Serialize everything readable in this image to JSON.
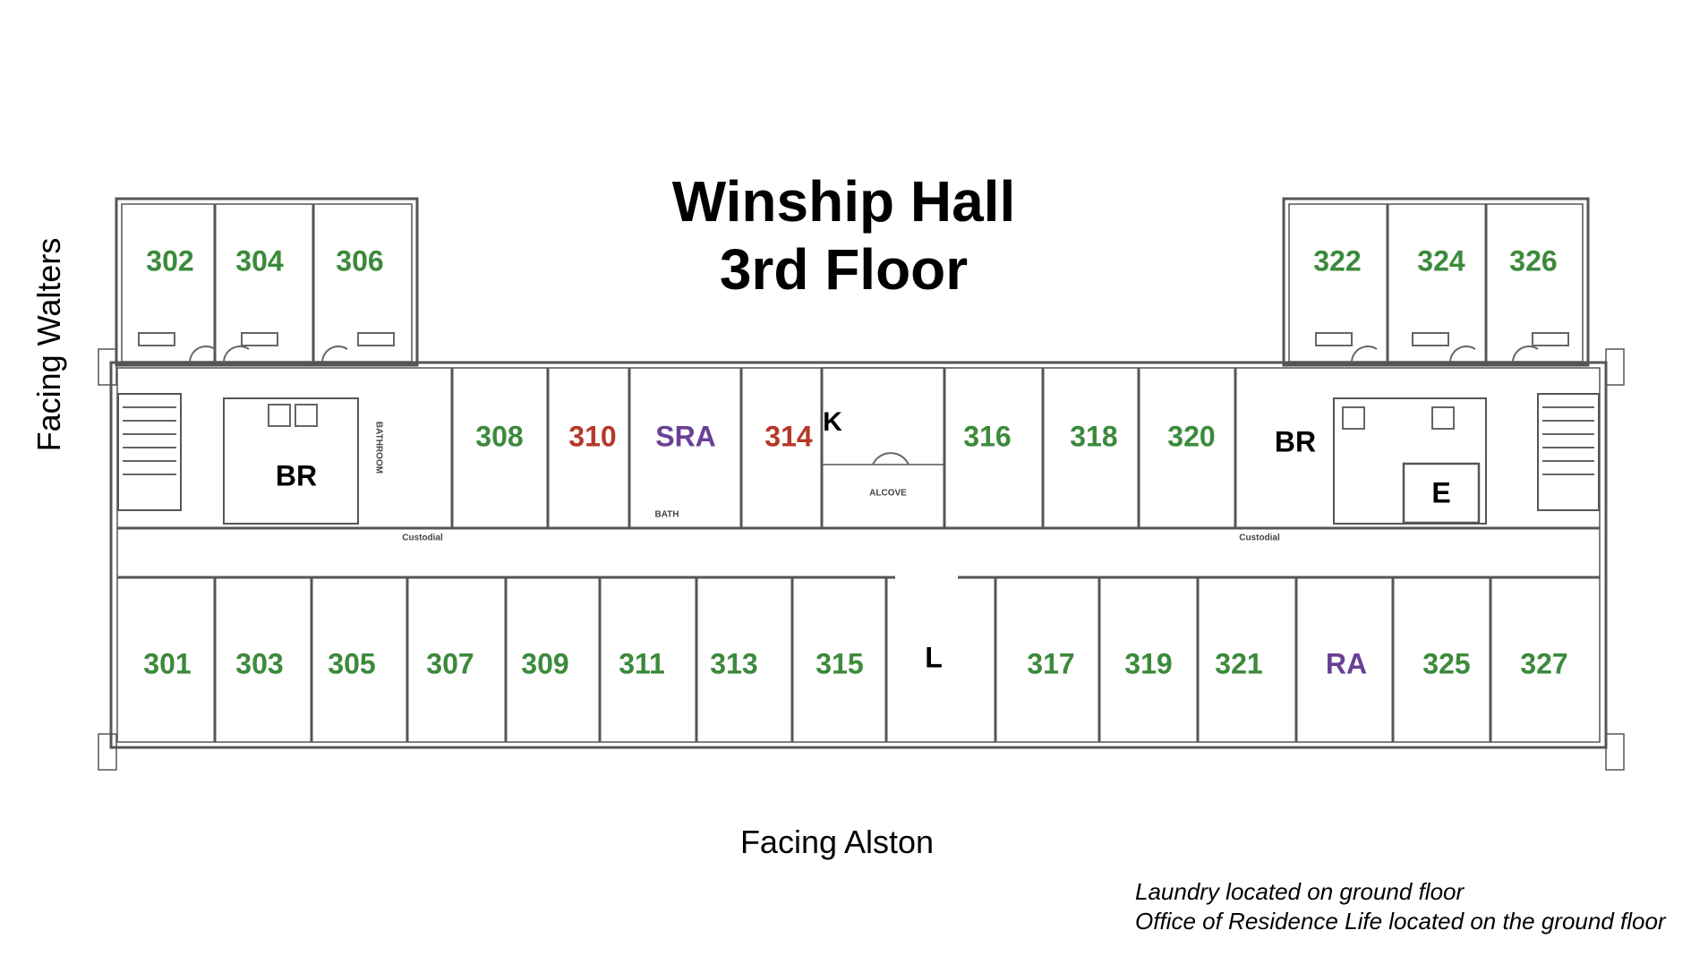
{
  "title": {
    "line1": "Winship Hall",
    "line2": "3rd Floor"
  },
  "facing": {
    "left": "Facing Walters",
    "bottom": "Facing Alston"
  },
  "notes": [
    "Laundry located on ground floor",
    "Office of Residence Life located on the ground floor"
  ],
  "colors": {
    "green": "#3c8a3c",
    "red": "#b5382a",
    "purple": "#6a3f96",
    "black": "#000000",
    "wall": "#555555"
  },
  "room_labels": {
    "top_wings": [
      "302",
      "304",
      "306",
      "322",
      "324",
      "326"
    ],
    "north_row": [
      "308",
      "310",
      "SRA",
      "314",
      "K",
      "316",
      "318",
      "320"
    ],
    "south_row": [
      "301",
      "303",
      "305",
      "307",
      "309",
      "311",
      "313",
      "315",
      "L",
      "317",
      "319",
      "321",
      "RA",
      "325",
      "327"
    ],
    "other": [
      "BR",
      "BR",
      "E"
    ]
  },
  "small_labels": [
    "BATHROOM",
    "ALCOVE",
    "Custodial",
    "Custodial",
    "BATH"
  ]
}
